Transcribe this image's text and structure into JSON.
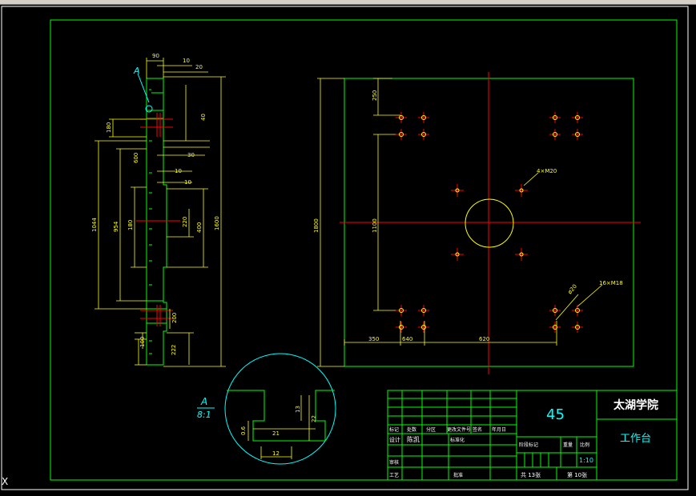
{
  "colors": {
    "background": "#000000",
    "frame": "#00ff00",
    "dimension": "#ffff00",
    "center_line": "#ff0000",
    "detail": "#00ffff",
    "text": "#ffffff"
  },
  "side_view": {
    "top_dims": [
      "90",
      "10",
      "20"
    ],
    "right_dims": [
      "40",
      "30",
      "10",
      "10",
      "400",
      "220",
      "1600",
      "200",
      "222"
    ],
    "left_dims": [
      "180",
      "600",
      "954",
      "1044",
      "180",
      "100"
    ],
    "section_marker": "A"
  },
  "plan_view": {
    "left_dims": [
      "250",
      "1800"
    ],
    "center_dim": "1100",
    "bottom_dims": [
      "350",
      "640",
      "620"
    ],
    "callout_hole": "4×M20",
    "callout_slot": "16×M18",
    "callout_small": "ø20"
  },
  "detail": {
    "label": "A",
    "scale": "8:1",
    "dims": [
      "21",
      "12",
      "13",
      "22",
      "0.6"
    ]
  },
  "title_block": {
    "material": "45",
    "institution": "太湖学院",
    "part_name": "工作台",
    "scale_value": "1:10",
    "sheet_count": "共 13张",
    "sheet_number": "第 10张",
    "header_labels": [
      "标记",
      "处数",
      "分区",
      "更改文件号",
      "签名",
      "年月日"
    ],
    "design_row_labels": [
      "设计",
      "陈凯",
      "标准化"
    ],
    "stage_label": "阶段标记",
    "weight_label": "重量",
    "ratio_label": "比例",
    "review_label": "审核",
    "process_label": "工艺",
    "approve_label": "批准"
  },
  "cursor_label": "X"
}
